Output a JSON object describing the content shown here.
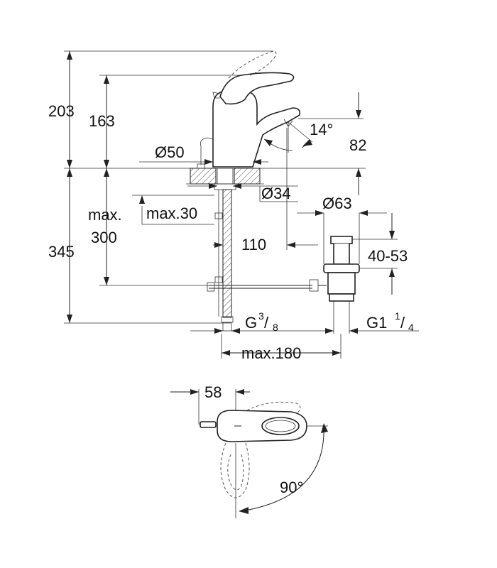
{
  "dimensions": {
    "total_height": "203",
    "spout_height": "163",
    "base_diameter": "Ø50",
    "shank_diameter": "Ø34",
    "spout_angle": "14°",
    "spout_clearance": "82",
    "deck_thickness_max": "max.30",
    "under_deck_max_label": "max.",
    "under_deck_max_value": "300",
    "pipe_offset": "110",
    "below_deck_height": "345",
    "waste_diameter": "Ø63",
    "waste_range": "40-53",
    "inlet_thread_main": "G",
    "inlet_thread_num": "3",
    "inlet_thread_den": "8",
    "waste_thread_main": "G1",
    "waste_thread_num": "1",
    "waste_thread_den": "4",
    "max_horizontal": "max.180",
    "lever_width": "58",
    "lever_rotation": "90°"
  }
}
